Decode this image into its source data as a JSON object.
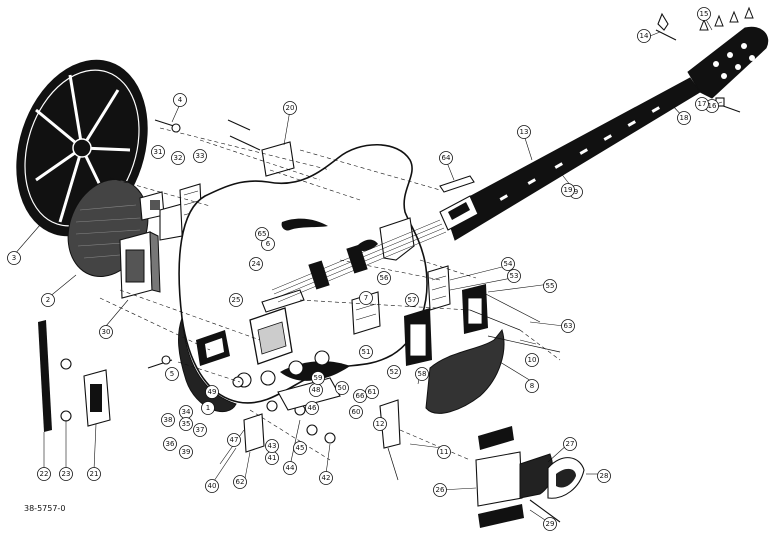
{
  "drawing_code": "38-5757-0",
  "callouts": [
    "1",
    "2",
    "3",
    "4",
    "5",
    "6",
    "7",
    "8",
    "9",
    "10",
    "11",
    "12",
    "13",
    "14",
    "15",
    "16",
    "17",
    "18",
    "19",
    "20",
    "21",
    "22",
    "23",
    "24",
    "25",
    "26",
    "27",
    "28",
    "29",
    "30",
    "31",
    "32",
    "33",
    "34",
    "35",
    "36",
    "37",
    "38",
    "39",
    "40",
    "41",
    "42",
    "43",
    "44",
    "45",
    "46",
    "47",
    "48",
    "49",
    "50",
    "51",
    "52",
    "53",
    "54",
    "55",
    "56",
    "57",
    "58",
    "59",
    "60",
    "61",
    "62",
    "63",
    "64",
    "65",
    "66"
  ]
}
